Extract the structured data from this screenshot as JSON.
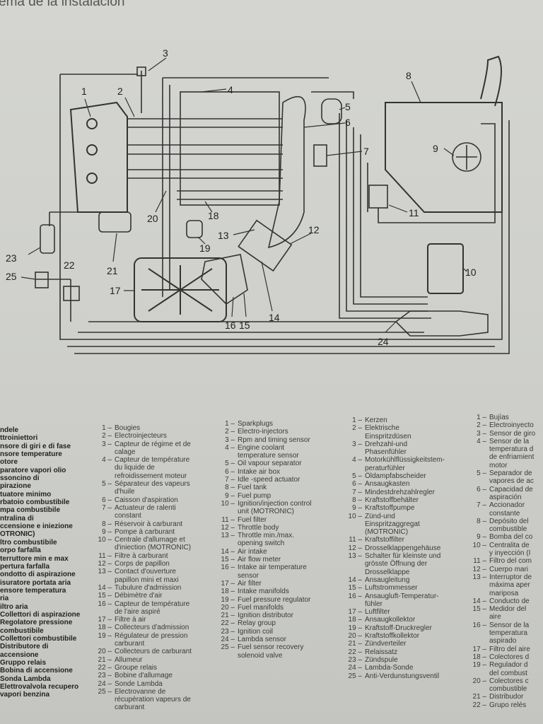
{
  "title": "ema de la instalación",
  "diagram_labels": [
    "1",
    "2",
    "3",
    "4",
    "5",
    "6",
    "7",
    "8",
    "9",
    "10",
    "11",
    "12",
    "13",
    "14",
    "15",
    "16",
    "17",
    "18",
    "19",
    "20",
    "21",
    "22",
    "23",
    "24",
    "25"
  ],
  "legend_italian": [
    "ndele",
    "ttroiniettori",
    "nsore di giri e di fase",
    "nsore temperature\notore",
    "paratore vapori olio",
    "ssoncino di\npirazione",
    "tuatore minimo",
    "rbatoio combustibile",
    "mpa combustibile",
    "ntralina di\nccensione e iniezione\nOTRONIC)",
    "ltro combustibile",
    "orpo farfalla",
    "terruttore min e max\npertura farfalla",
    "ondotto di aspirazione",
    "isuratore portata aria",
    "ensore temperatura\nria",
    "iltro aria",
    "Collettori di aspirazione",
    "Regolatore pressione\ncombustibile",
    "Collettori combustibile",
    "Distributore di\naccensione",
    "Gruppo relais",
    "Bobina di accensione",
    "Sonda Lambda",
    "Elettrovalvola recupero\nvapori benzina"
  ],
  "legend_french": [
    {
      "n": "1 –",
      "t": "Bougies"
    },
    {
      "n": "2 –",
      "t": "Electroinjecteurs"
    },
    {
      "n": "3 –",
      "t": "Capteur de régime et de\ncalage"
    },
    {
      "n": "4 –",
      "t": "Capteur de température\ndu liquide de\nrefroidissement moteur"
    },
    {
      "n": "5 –",
      "t": "Séparateur des vapeurs\nd'huile"
    },
    {
      "n": "6 –",
      "t": "Caisson d'aspiration"
    },
    {
      "n": "7 –",
      "t": "Actuateur de ralenti\nconstant"
    },
    {
      "n": "8 –",
      "t": "Réservoir à carburant"
    },
    {
      "n": "9 –",
      "t": "Pompe à carburant"
    },
    {
      "n": "10 –",
      "t": "Centrale d'allumage et\nd'iniection (MOTRONIC)"
    },
    {
      "n": "11 –",
      "t": "Filtre à carburant"
    },
    {
      "n": "12 –",
      "t": "Corps de papillon"
    },
    {
      "n": "13 –",
      "t": "Contact d'ouverture\npapillon mini et maxi"
    },
    {
      "n": "14 –",
      "t": "Tubulure d'admission"
    },
    {
      "n": "15 –",
      "t": "Débimètre d'air"
    },
    {
      "n": "16 –",
      "t": "Capteur de température\nde l'aire aspiré"
    },
    {
      "n": "17 –",
      "t": "Filtre à air"
    },
    {
      "n": "18 –",
      "t": "Collecteurs d'admission"
    },
    {
      "n": "19 –",
      "t": "Régulateur de pression\ncarburant"
    },
    {
      "n": "20 –",
      "t": "Collecteurs de carburant"
    },
    {
      "n": "21 –",
      "t": "Allumeur"
    },
    {
      "n": "22 –",
      "t": "Groupe relais"
    },
    {
      "n": "23 –",
      "t": "Bobine d'allumage"
    },
    {
      "n": "24 –",
      "t": "Sonde Lambda"
    },
    {
      "n": "25 –",
      "t": "Electrovanne de\nrécupération vapeurs de\ncarburant"
    }
  ],
  "legend_english": [
    {
      "n": "1 –",
      "t": "Sparkplugs"
    },
    {
      "n": "2 –",
      "t": "Electro-injectors"
    },
    {
      "n": "3 –",
      "t": "Rpm and timing sensor"
    },
    {
      "n": "4 –",
      "t": "Engine coolant\ntemperature sensor"
    },
    {
      "n": "5 –",
      "t": "Oil vapour separator"
    },
    {
      "n": "6 –",
      "t": "Intake air box"
    },
    {
      "n": "7 –",
      "t": "Idle -speed actuator"
    },
    {
      "n": "8 –",
      "t": "Fuel tank"
    },
    {
      "n": "9 –",
      "t": "Fuel pump"
    },
    {
      "n": "10 –",
      "t": "Ignition/injection control\nunit (MOTRONIC)"
    },
    {
      "n": "11 –",
      "t": "Fuel filter"
    },
    {
      "n": "12 –",
      "t": "Throttle body"
    },
    {
      "n": "13 –",
      "t": "Throttle min./max.\nopening switch"
    },
    {
      "n": "14 –",
      "t": "Air intake"
    },
    {
      "n": "15 –",
      "t": "Air flow meter"
    },
    {
      "n": "16 –",
      "t": "Intake air temperature\nsensor"
    },
    {
      "n": "17 –",
      "t": "Air filter"
    },
    {
      "n": "18 –",
      "t": "Intake manifolds"
    },
    {
      "n": "19 –",
      "t": "Fuel pressure regulator"
    },
    {
      "n": "20 –",
      "t": "Fuel manifolds"
    },
    {
      "n": "21 –",
      "t": "Ignition distributor"
    },
    {
      "n": "22 –",
      "t": "Relay group"
    },
    {
      "n": "23 –",
      "t": "Ignition coil"
    },
    {
      "n": "24 –",
      "t": "Lambda sensor"
    },
    {
      "n": "25 –",
      "t": "Fuel sensor recovery\nsolenoid valve"
    }
  ],
  "legend_german": [
    {
      "n": "1 –",
      "t": "Kerzen"
    },
    {
      "n": "2 –",
      "t": "Elektrische\nEinspritzdüsen"
    },
    {
      "n": "3 –",
      "t": "Drehzahl-und\nPhasenfühler"
    },
    {
      "n": "4 –",
      "t": "Motorkühlflüssigkeitstem-\nperaturfühler"
    },
    {
      "n": "5 –",
      "t": "Öldampfabscheider"
    },
    {
      "n": "6 –",
      "t": "Ansaugkasten"
    },
    {
      "n": "7 –",
      "t": "Mindestdrehzahlregler"
    },
    {
      "n": "8 –",
      "t": "Kraftstoffbehälter"
    },
    {
      "n": "9 –",
      "t": "Kraftstoffpumpe"
    },
    {
      "n": "10 –",
      "t": "Zünd-und\nEinspritzaggregat\n(MOTRONIC)"
    },
    {
      "n": "11 –",
      "t": "Kraftstoffilter"
    },
    {
      "n": "12 –",
      "t": "Drosselklappengehäuse"
    },
    {
      "n": "13 –",
      "t": "Schalter für kleinste und\ngrösste Öffnung der\nDrosselklappe"
    },
    {
      "n": "14 –",
      "t": "Ansaugleitung"
    },
    {
      "n": "15 –",
      "t": "Luftstrommesser"
    },
    {
      "n": "16 –",
      "t": "Ansaugluft-Temperatur-\nfühler"
    },
    {
      "n": "17 –",
      "t": "Luftfilter"
    },
    {
      "n": "18 –",
      "t": "Ansaugkollektor"
    },
    {
      "n": "19 –",
      "t": "Kraftstoff-Druckregler"
    },
    {
      "n": "20 –",
      "t": "Kraftstoffkollektor"
    },
    {
      "n": "21 –",
      "t": "Zündverteiler"
    },
    {
      "n": "22 –",
      "t": "Relaissatz"
    },
    {
      "n": "23 –",
      "t": "Zündspule"
    },
    {
      "n": "24 –",
      "t": "Lambda-Sonde"
    },
    {
      "n": "25 –",
      "t": "Anti-Verdunstungsventil"
    }
  ],
  "legend_spanish": [
    {
      "n": "1 –",
      "t": "Bujías"
    },
    {
      "n": "2 –",
      "t": "Electroinyecto"
    },
    {
      "n": "3 –",
      "t": "Sensor de giro"
    },
    {
      "n": "4 –",
      "t": "Sensor de la\ntemperatura d\nde enfriamient\nmotor"
    },
    {
      "n": "5 –",
      "t": "Separador de\nvapores de ac"
    },
    {
      "n": "6 –",
      "t": "Capacidad de\naspiración"
    },
    {
      "n": "7 –",
      "t": "Accionador\nconstante"
    },
    {
      "n": "8 –",
      "t": "Depósito del\ncombustible"
    },
    {
      "n": "9 –",
      "t": "Bomba del co"
    },
    {
      "n": "10 –",
      "t": "Centralita de\ny inyección (I"
    },
    {
      "n": "11 –",
      "t": "Filtro del com"
    },
    {
      "n": "12 –",
      "t": "Cuerpo mari"
    },
    {
      "n": "13 –",
      "t": "Interruptor de\nmáxima aper\nmariposa"
    },
    {
      "n": "14 –",
      "t": "Conducto de"
    },
    {
      "n": "15 –",
      "t": "Medidor del\naire"
    },
    {
      "n": "16 –",
      "t": "Sensor de la\ntemperatura\naspirado"
    },
    {
      "n": "17 –",
      "t": "Filtro del aire"
    },
    {
      "n": "18 –",
      "t": "Colectores d"
    },
    {
      "n": "19 –",
      "t": "Regulador d\ndel combust"
    },
    {
      "n": "20 –",
      "t": "Colectores c\ncombustible"
    },
    {
      "n": "21 –",
      "t": "Distribudor"
    },
    {
      "n": "22 –",
      "t": "Grupo relés"
    }
  ]
}
